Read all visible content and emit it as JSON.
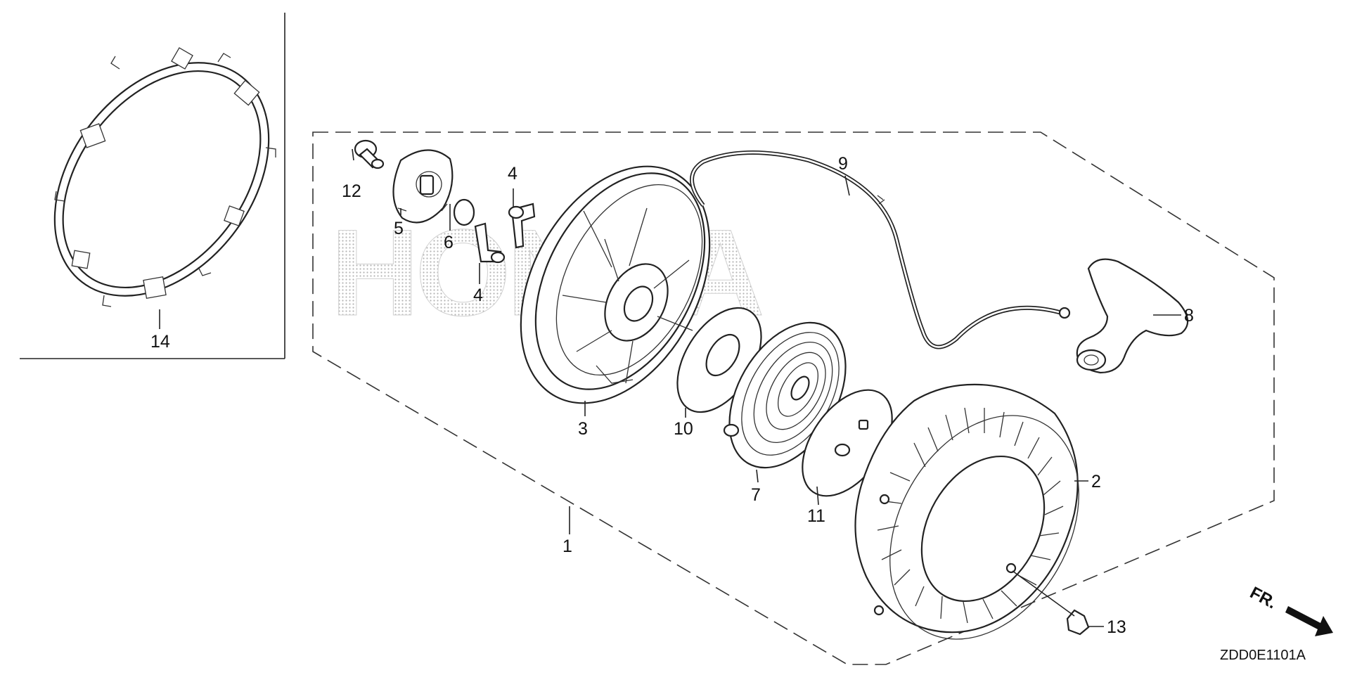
{
  "diagram": {
    "watermark": "HONDA",
    "figure_code": "ZDD0E1101A",
    "direction_label": "FR.",
    "callouts": [
      {
        "id": "c1",
        "label": "1"
      },
      {
        "id": "c2",
        "label": "2"
      },
      {
        "id": "c3",
        "label": "3"
      },
      {
        "id": "c4a",
        "label": "4"
      },
      {
        "id": "c4b",
        "label": "4"
      },
      {
        "id": "c5",
        "label": "5"
      },
      {
        "id": "c6",
        "label": "6"
      },
      {
        "id": "c7",
        "label": "7"
      },
      {
        "id": "c8",
        "label": "8"
      },
      {
        "id": "c9",
        "label": "9"
      },
      {
        "id": "c10",
        "label": "10"
      },
      {
        "id": "c11",
        "label": "11"
      },
      {
        "id": "c12",
        "label": "12"
      },
      {
        "id": "c13",
        "label": "13"
      },
      {
        "id": "c14",
        "label": "14"
      }
    ]
  }
}
